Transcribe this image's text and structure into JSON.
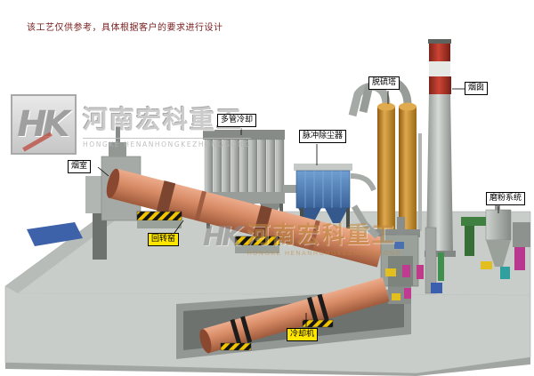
{
  "disclaimer": "该工艺仅供参考，具体根据客户的要求进行设计",
  "watermark": {
    "logo": "HK",
    "company_cn": "河南宏科重工",
    "company_en": "HONGKE HENANHONGKEZHONGGONG"
  },
  "labels": {
    "smoke_chamber": "烟室",
    "rotary_kiln": "回转窑",
    "multi_tube_cooler": "多管冷却",
    "pulse_dust_collector": "脉冲除尘器",
    "desulfurization_tower": "脱硫塔",
    "chimney": "烟囱",
    "grinding_system": "磨粉系统",
    "cooler": "冷却机"
  },
  "colors": {
    "kiln_shell": "#d68a64",
    "dust_collector_blue": "#4e80b4",
    "desulfurization_tower_orange": "#c9913a",
    "chimney_band_red": "#b5352a",
    "label_highlight_yellow": "#ffe600",
    "platform_gray": "#c9cdc9",
    "disclaimer_red": "#7a2020",
    "watermark_tan": "#c08a40",
    "foundation_blue": "#3d62aa"
  }
}
